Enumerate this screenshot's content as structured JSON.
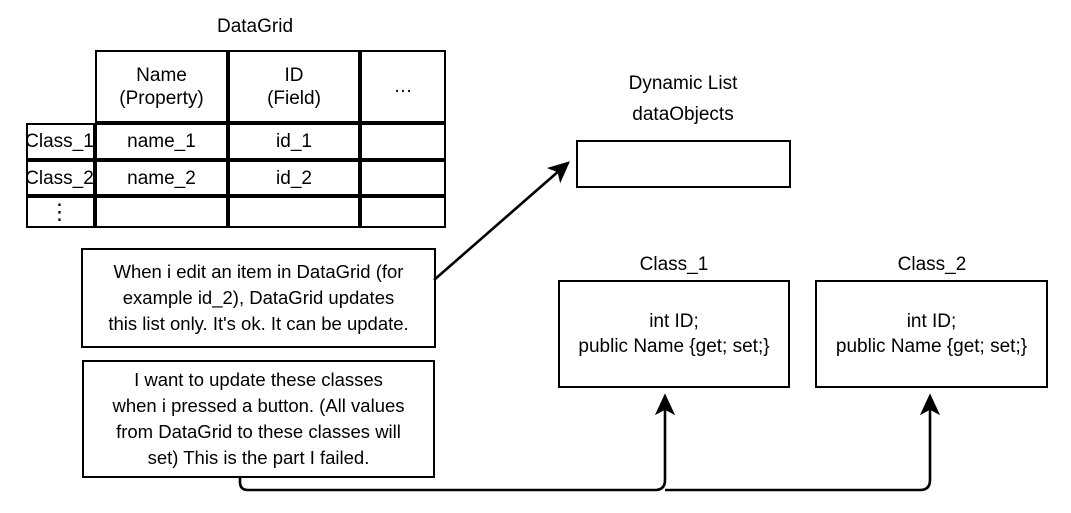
{
  "diagram": {
    "title_datagrid": "DataGrid",
    "table": {
      "headers": [
        "Name\n(Property)",
        "ID\n(Field)",
        "…"
      ],
      "header_cells": [
        {
          "line1": "Name",
          "line2": "(Property)"
        },
        {
          "line1": "ID",
          "line2": "(Field)"
        },
        {
          "line1": "…",
          "line2": ""
        }
      ],
      "row_labels": [
        "Class_1",
        "Class_2",
        "⋮"
      ],
      "rows": [
        [
          "name_1",
          "id_1",
          ""
        ],
        [
          "name_2",
          "id_2",
          ""
        ],
        [
          "",
          "",
          ""
        ]
      ]
    },
    "dynamic_list": {
      "title_line1": "Dynamic List",
      "title_line2": "dataObjects",
      "body": ""
    },
    "classes": [
      {
        "title": "Class_1",
        "line1": "int ID;",
        "line2": "public Name {get; set;}"
      },
      {
        "title": "Class_2",
        "line1": "int ID;",
        "line2": "public Name {get; set;}"
      }
    ],
    "notes": [
      {
        "id": "note-datagrid-updates-list",
        "line1": "When i edit an item in DataGrid (for",
        "line2": "example id_2), DataGrid updates",
        "line3": "this list only. It's ok. It can be update."
      },
      {
        "id": "note-update-classes",
        "line1": "I want to update these classes",
        "line2": "when i pressed a button. (All values",
        "line3": "from DataGrid to these classes will",
        "line4": "set) This is the part I failed."
      }
    ],
    "colors": {
      "stroke": "#000000",
      "background": "#ffffff",
      "text": "#000000"
    }
  }
}
